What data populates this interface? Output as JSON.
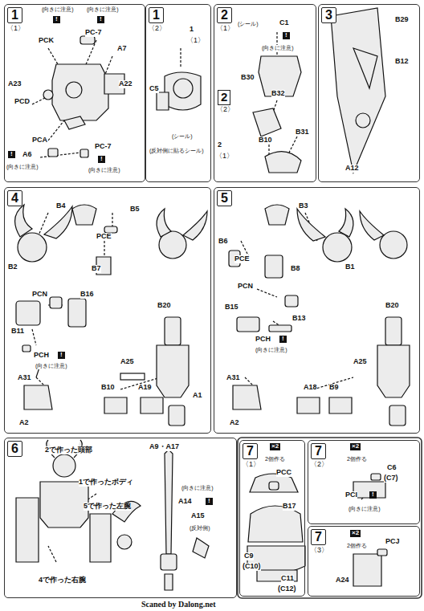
{
  "diagram": {
    "nodes": [
      {
        "text": [
          "1",
          "〈1〉"
        ]
      },
      {
        "text": [
          "1",
          "〈2〉"
        ]
      },
      {
        "text": [
          "2",
          "〈1〉"
        ]
      },
      {
        "text": [
          "3"
        ]
      },
      {
        "text": [
          "4"
        ]
      },
      {
        "text": [
          "5"
        ]
      },
      {
        "text": [
          "6"
        ]
      },
      {
        "text": [
          "7",
          "〈1〉"
        ]
      },
      {
        "text": [
          "7",
          "〈2〉"
        ]
      },
      {
        "text": [
          "7",
          "〈3〉"
        ]
      }
    ],
    "labels": [
      "(向きに注意)",
      "!",
      "(向きに注意)",
      "!",
      "PC-7",
      "A7",
      "PCK",
      "A23",
      "PCD",
      "A22",
      "PCA",
      "!",
      "A6",
      "(向きに注意)",
      "PC-7",
      "!",
      "(向きに注意)",
      "C5",
      "1",
      "〈1〉",
      "(シール)",
      "(反対側に貼るシール)",
      "(シール)",
      "C1",
      "!",
      "(向きに注意)",
      "B30",
      "2",
      "〈2〉",
      "B32",
      "B10",
      "B31",
      "2",
      "〈1〉",
      "B29",
      "B12",
      "A12",
      "B4",
      "B2",
      "B5",
      "PCE",
      "B7",
      "PCN",
      "B16",
      "B11",
      "PCH",
      "!",
      "(向きに注意)",
      "B20",
      "A25",
      "A31",
      "A2",
      "B10",
      "A19",
      "A1",
      "B3",
      "B1",
      "B6",
      "PCE",
      "B8",
      "PCN",
      "B15",
      "B13",
      "PCH",
      "!",
      "(向きに注意)",
      "B20",
      "A25",
      "A31",
      "A2",
      "A18",
      "B9",
      "2で作った頭部",
      "1で作ったボディ",
      "5で作った左腕",
      "4で作った右腕",
      "A9・A17",
      "(向きに注意)",
      "A14",
      "!",
      "A15",
      "(反対側)",
      "×2",
      "2個作る",
      "PCC",
      "B17",
      "C9",
      "(C10)",
      "C11",
      "(C12)",
      "×2",
      "2個作る",
      "C6",
      "(C7)",
      "PCI",
      "!",
      "(向きに注意)",
      "×2",
      "2個作る",
      "PCJ",
      "A24",
      "Scaned by Dalong.net"
    ]
  }
}
